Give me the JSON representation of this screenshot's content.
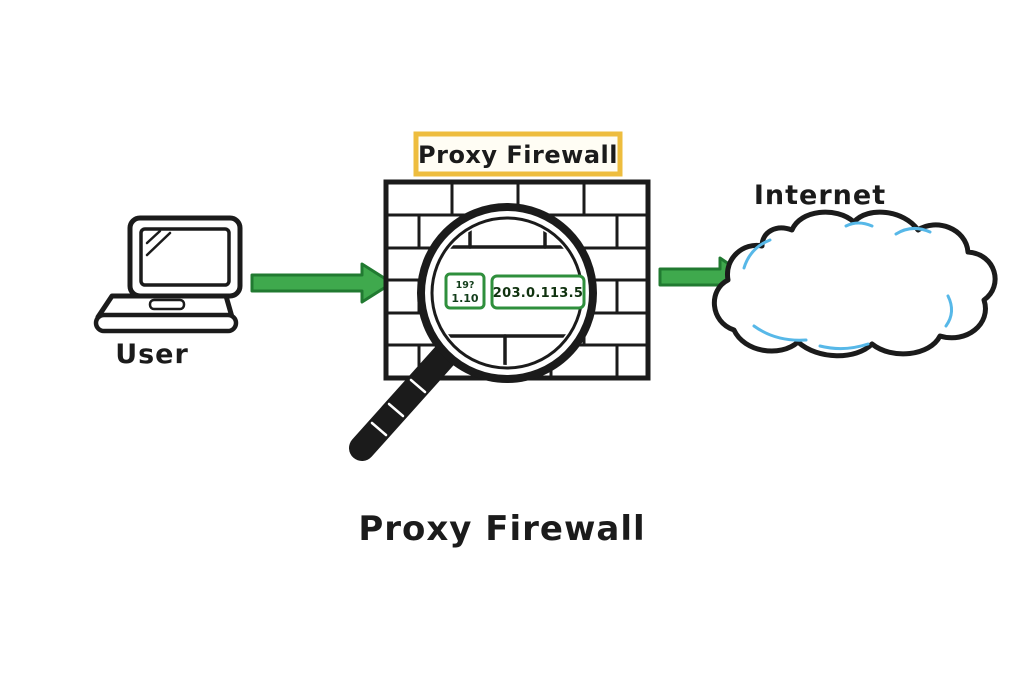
{
  "diagram": {
    "caption": "Proxy Firewall",
    "wall_label": "Proxy Firewall",
    "user_label": "User",
    "internet_label": "Internet",
    "lens": {
      "ip_line1": "19?",
      "ip_line2": "1.10",
      "ip_main": "203.0.113.5"
    },
    "colors": {
      "ink": "#1b1b1b",
      "arrow_green": "#3fa94d",
      "arrow_green_dark": "#217a31",
      "label_border_yellow": "#eebd3e",
      "ip_box_green": "#2f8f3c",
      "cloud_accent_blue": "#57b8e8"
    }
  }
}
